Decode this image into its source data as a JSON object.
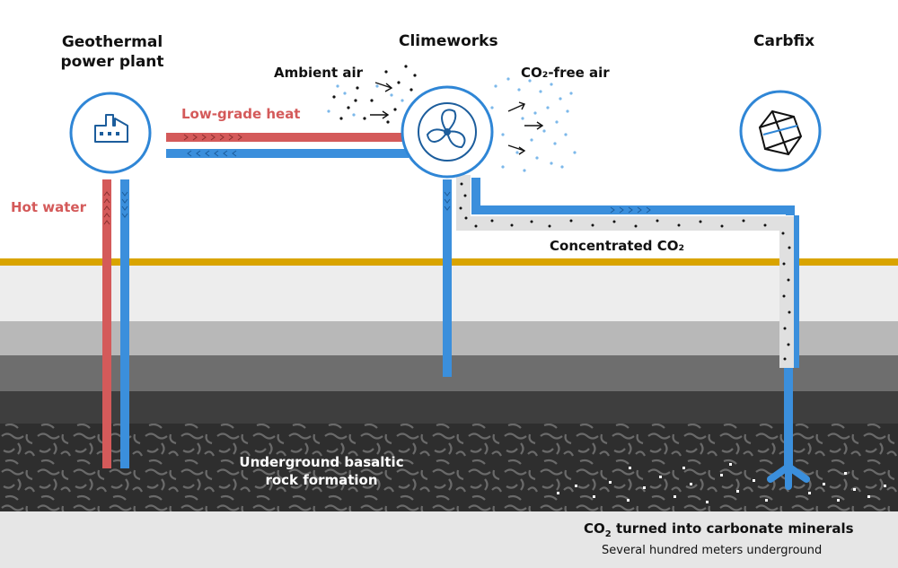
{
  "labels": {
    "geothermal_line1": "Geothermal",
    "geothermal_line2": "power plant",
    "climeworks": "Climeworks",
    "carbfix": "Carbfix",
    "ambient_air": "Ambient air",
    "co2_free_air": "CO₂-free air",
    "low_grade_heat": "Low-grade heat",
    "hot_water": "Hot water",
    "concentrated_co2": "Concentrated CO₂",
    "underground_line1": "Underground basaltic",
    "underground_line2": "rock formation",
    "carbonate_prefix": "CO",
    "carbonate_sub": "2",
    "carbonate_suffix": " turned into carbonate minerals",
    "depth_note": "Several hundred meters underground"
  },
  "colors": {
    "hot_pipe": "#d45a5a",
    "cold_pipe": "#3b8fdc",
    "ground_line": "#d9a400",
    "co2_pipe": "#e3e3e3",
    "node_stroke": "#2f86d6",
    "rock_dark": "#2a2a2a"
  },
  "icons": {
    "geothermal": "factory-icon",
    "climeworks": "fan-icon",
    "carbfix": "rock-crystal-icon"
  }
}
